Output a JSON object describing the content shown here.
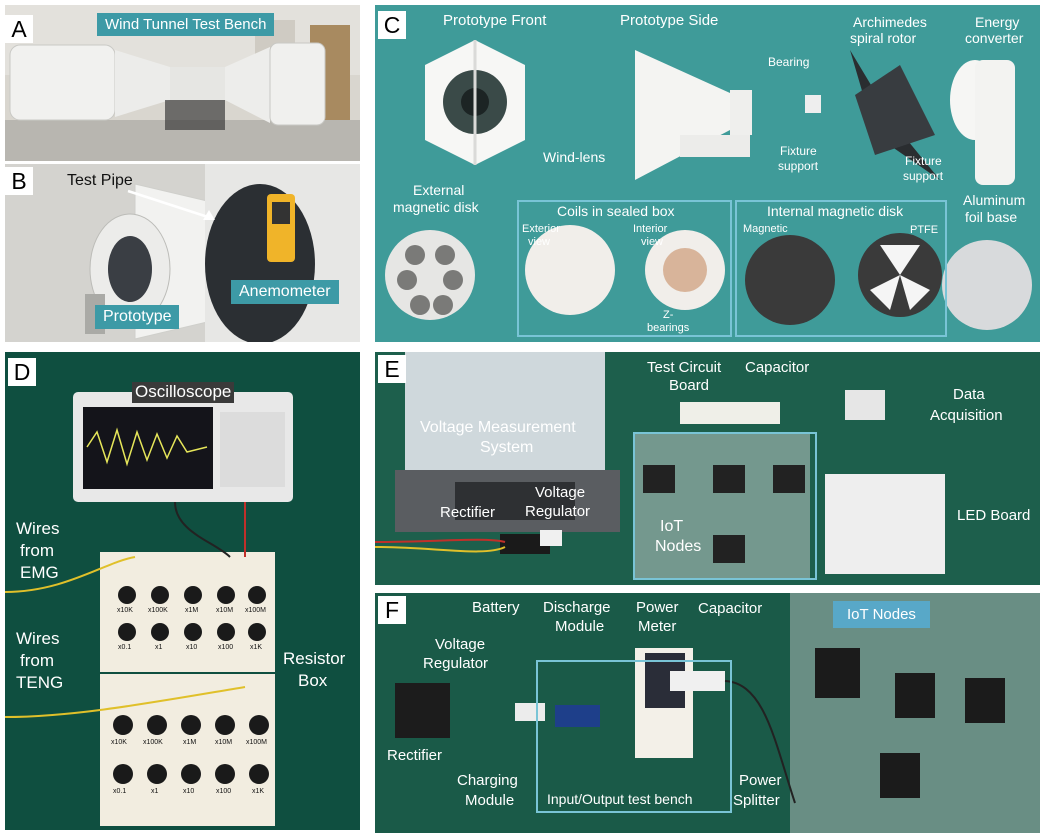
{
  "panels": {
    "A": {
      "label": "A",
      "title": "Wind Tunnel Test Bench"
    },
    "B": {
      "label": "B",
      "test_pipe": "Test Pipe",
      "prototype": "Prototype",
      "anemometer": "Anemometer"
    },
    "C": {
      "label": "C",
      "prototype_front": "Prototype Front",
      "prototype_side": "Prototype Side",
      "archimedes_1": "Archimedes",
      "archimedes_2": "spiral rotor",
      "energy_1": "Energy",
      "energy_2": "converter",
      "bearing": "Bearing",
      "wind_lens": "Wind-lens",
      "fixture_1": "Fixture",
      "fixture_2": "support",
      "fixture2_1": "Fixture",
      "fixture2_2": "support",
      "ext_disk_1": "External",
      "ext_disk_2": "magnetic disk",
      "coils": "Coils in sealed box",
      "exterior_1": "Exterior",
      "exterior_2": "view",
      "interior_1": "Interior",
      "interior_2": "view",
      "zb_1": "Z-",
      "zb_2": "bearings",
      "int_disk": "Internal magnetic disk",
      "magnetic": "Magnetic",
      "ptfe": "PTFE",
      "alu_1": "Aluminum",
      "alu_2": "foil base"
    },
    "D": {
      "label": "D",
      "oscilloscope": "Oscilloscope",
      "wires_emg_1": "Wires",
      "wires_emg_2": "from",
      "wires_emg_3": "EMG",
      "wires_teng_1": "Wires",
      "wires_teng_2": "from",
      "wires_teng_3": "TENG",
      "resistor_1": "Resistor",
      "resistor_2": "Box",
      "knob_labels_top": [
        "x10K",
        "x100K",
        "x1M",
        "x10M",
        "x100M",
        "x0.1",
        "x1",
        "x10",
        "x100",
        "x1K"
      ],
      "knob_labels_bottom": [
        "x10K",
        "x100K",
        "x1M",
        "x10M",
        "x100M",
        "x0.1",
        "x1",
        "x10",
        "x100",
        "x1K"
      ]
    },
    "E": {
      "label": "E",
      "vms_1": "Voltage Measurement",
      "vms_2": "System",
      "tcb_1": "Test Circuit",
      "tcb_2": "Board",
      "capacitor": "Capacitor",
      "daq_1": "Data",
      "daq_2": "Acquisition",
      "rectifier": "Rectifier",
      "vreg_1": "Voltage",
      "vreg_2": "Regulator",
      "iot_1": "IoT",
      "iot_2": "Nodes",
      "led": "LED Board"
    },
    "F": {
      "label": "F",
      "battery": "Battery",
      "discharge_1": "Discharge",
      "discharge_2": "Module",
      "power_meter_1": "Power",
      "power_meter_2": "Meter",
      "capacitor": "Capacitor",
      "vreg_1": "Voltage",
      "vreg_2": "Regulator",
      "rectifier": "Rectifier",
      "charging_1": "Charging",
      "charging_2": "Module",
      "bench": "Input/Output test bench",
      "splitter_1": "Power",
      "splitter_2": "Splitter",
      "iot": "IoT Nodes"
    }
  }
}
